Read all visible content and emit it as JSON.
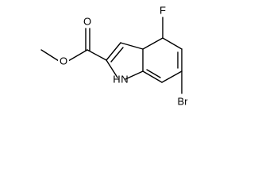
{
  "molecule": {
    "atom_labels": {
      "fluorine": "F",
      "bromine": "Br",
      "ring_nitrogen": "H",
      "ring_nitrogen_h": "N",
      "carbonyl_oxygen": "O",
      "ester_oxygen": "O"
    }
  }
}
